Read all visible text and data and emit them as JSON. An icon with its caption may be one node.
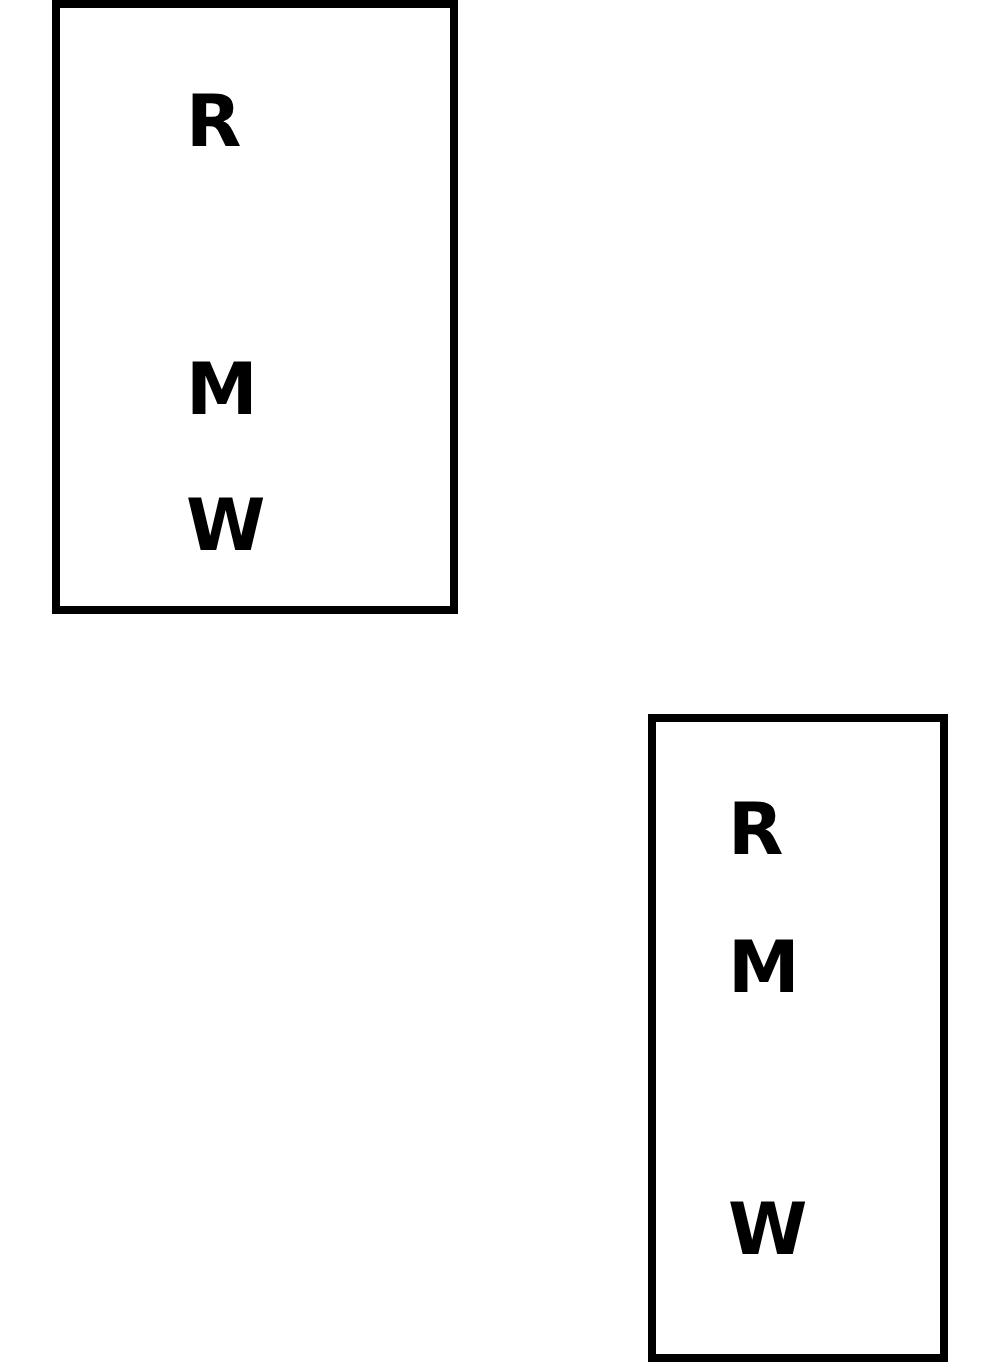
{
  "diagram": {
    "nodes": [
      {
        "text": [
          "R",
          "M",
          "W"
        ]
      },
      {
        "text": [
          "R",
          "M",
          "W"
        ]
      }
    ]
  }
}
